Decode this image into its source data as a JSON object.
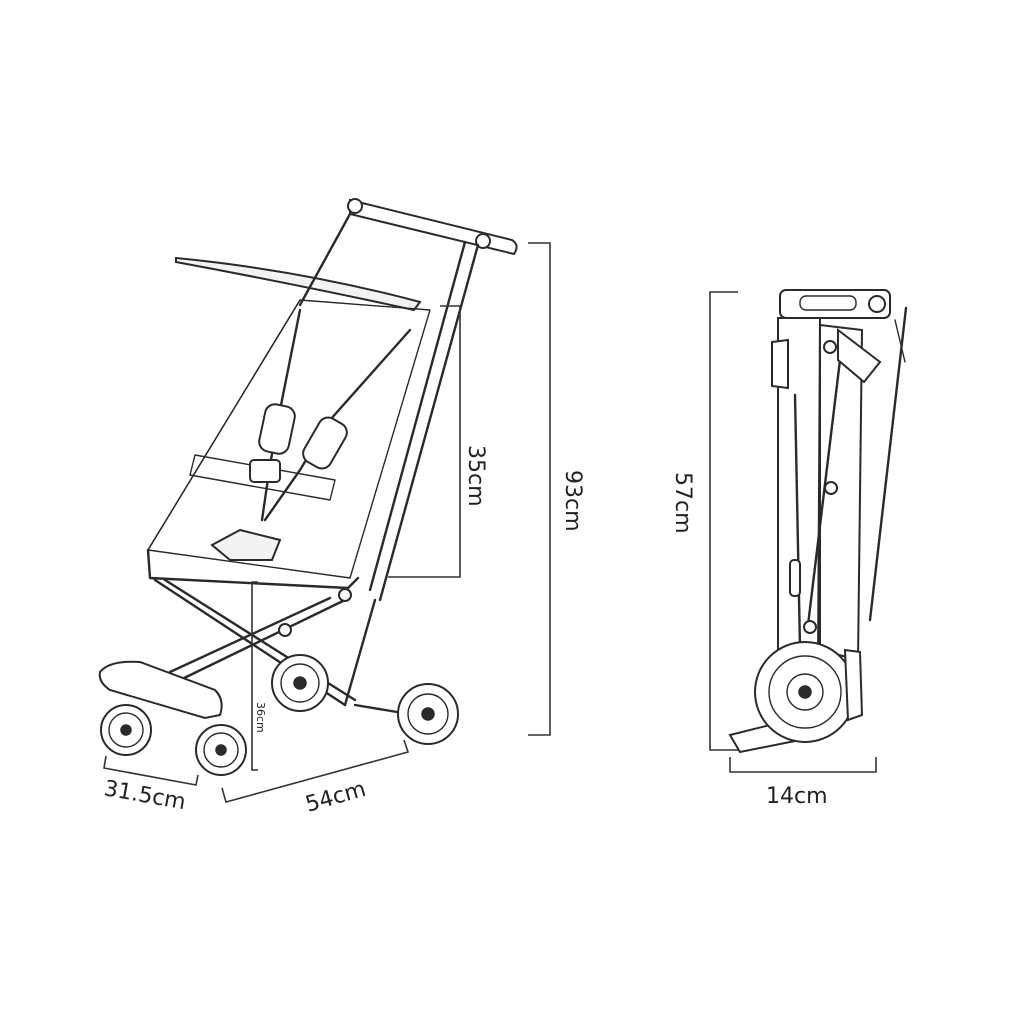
{
  "diagram": {
    "unfolded_stroller": {
      "dimensions": {
        "overall_height": "93cm",
        "seat_back_height": "35cm",
        "seat_height_from_ground": "36cm",
        "front_width": "31.5cm",
        "length": "54cm"
      }
    },
    "folded_stroller": {
      "dimensions": {
        "folded_height": "57cm",
        "folded_depth": "14cm"
      }
    }
  },
  "colors": {
    "line": "#2a2a2a",
    "background": "#ffffff"
  }
}
